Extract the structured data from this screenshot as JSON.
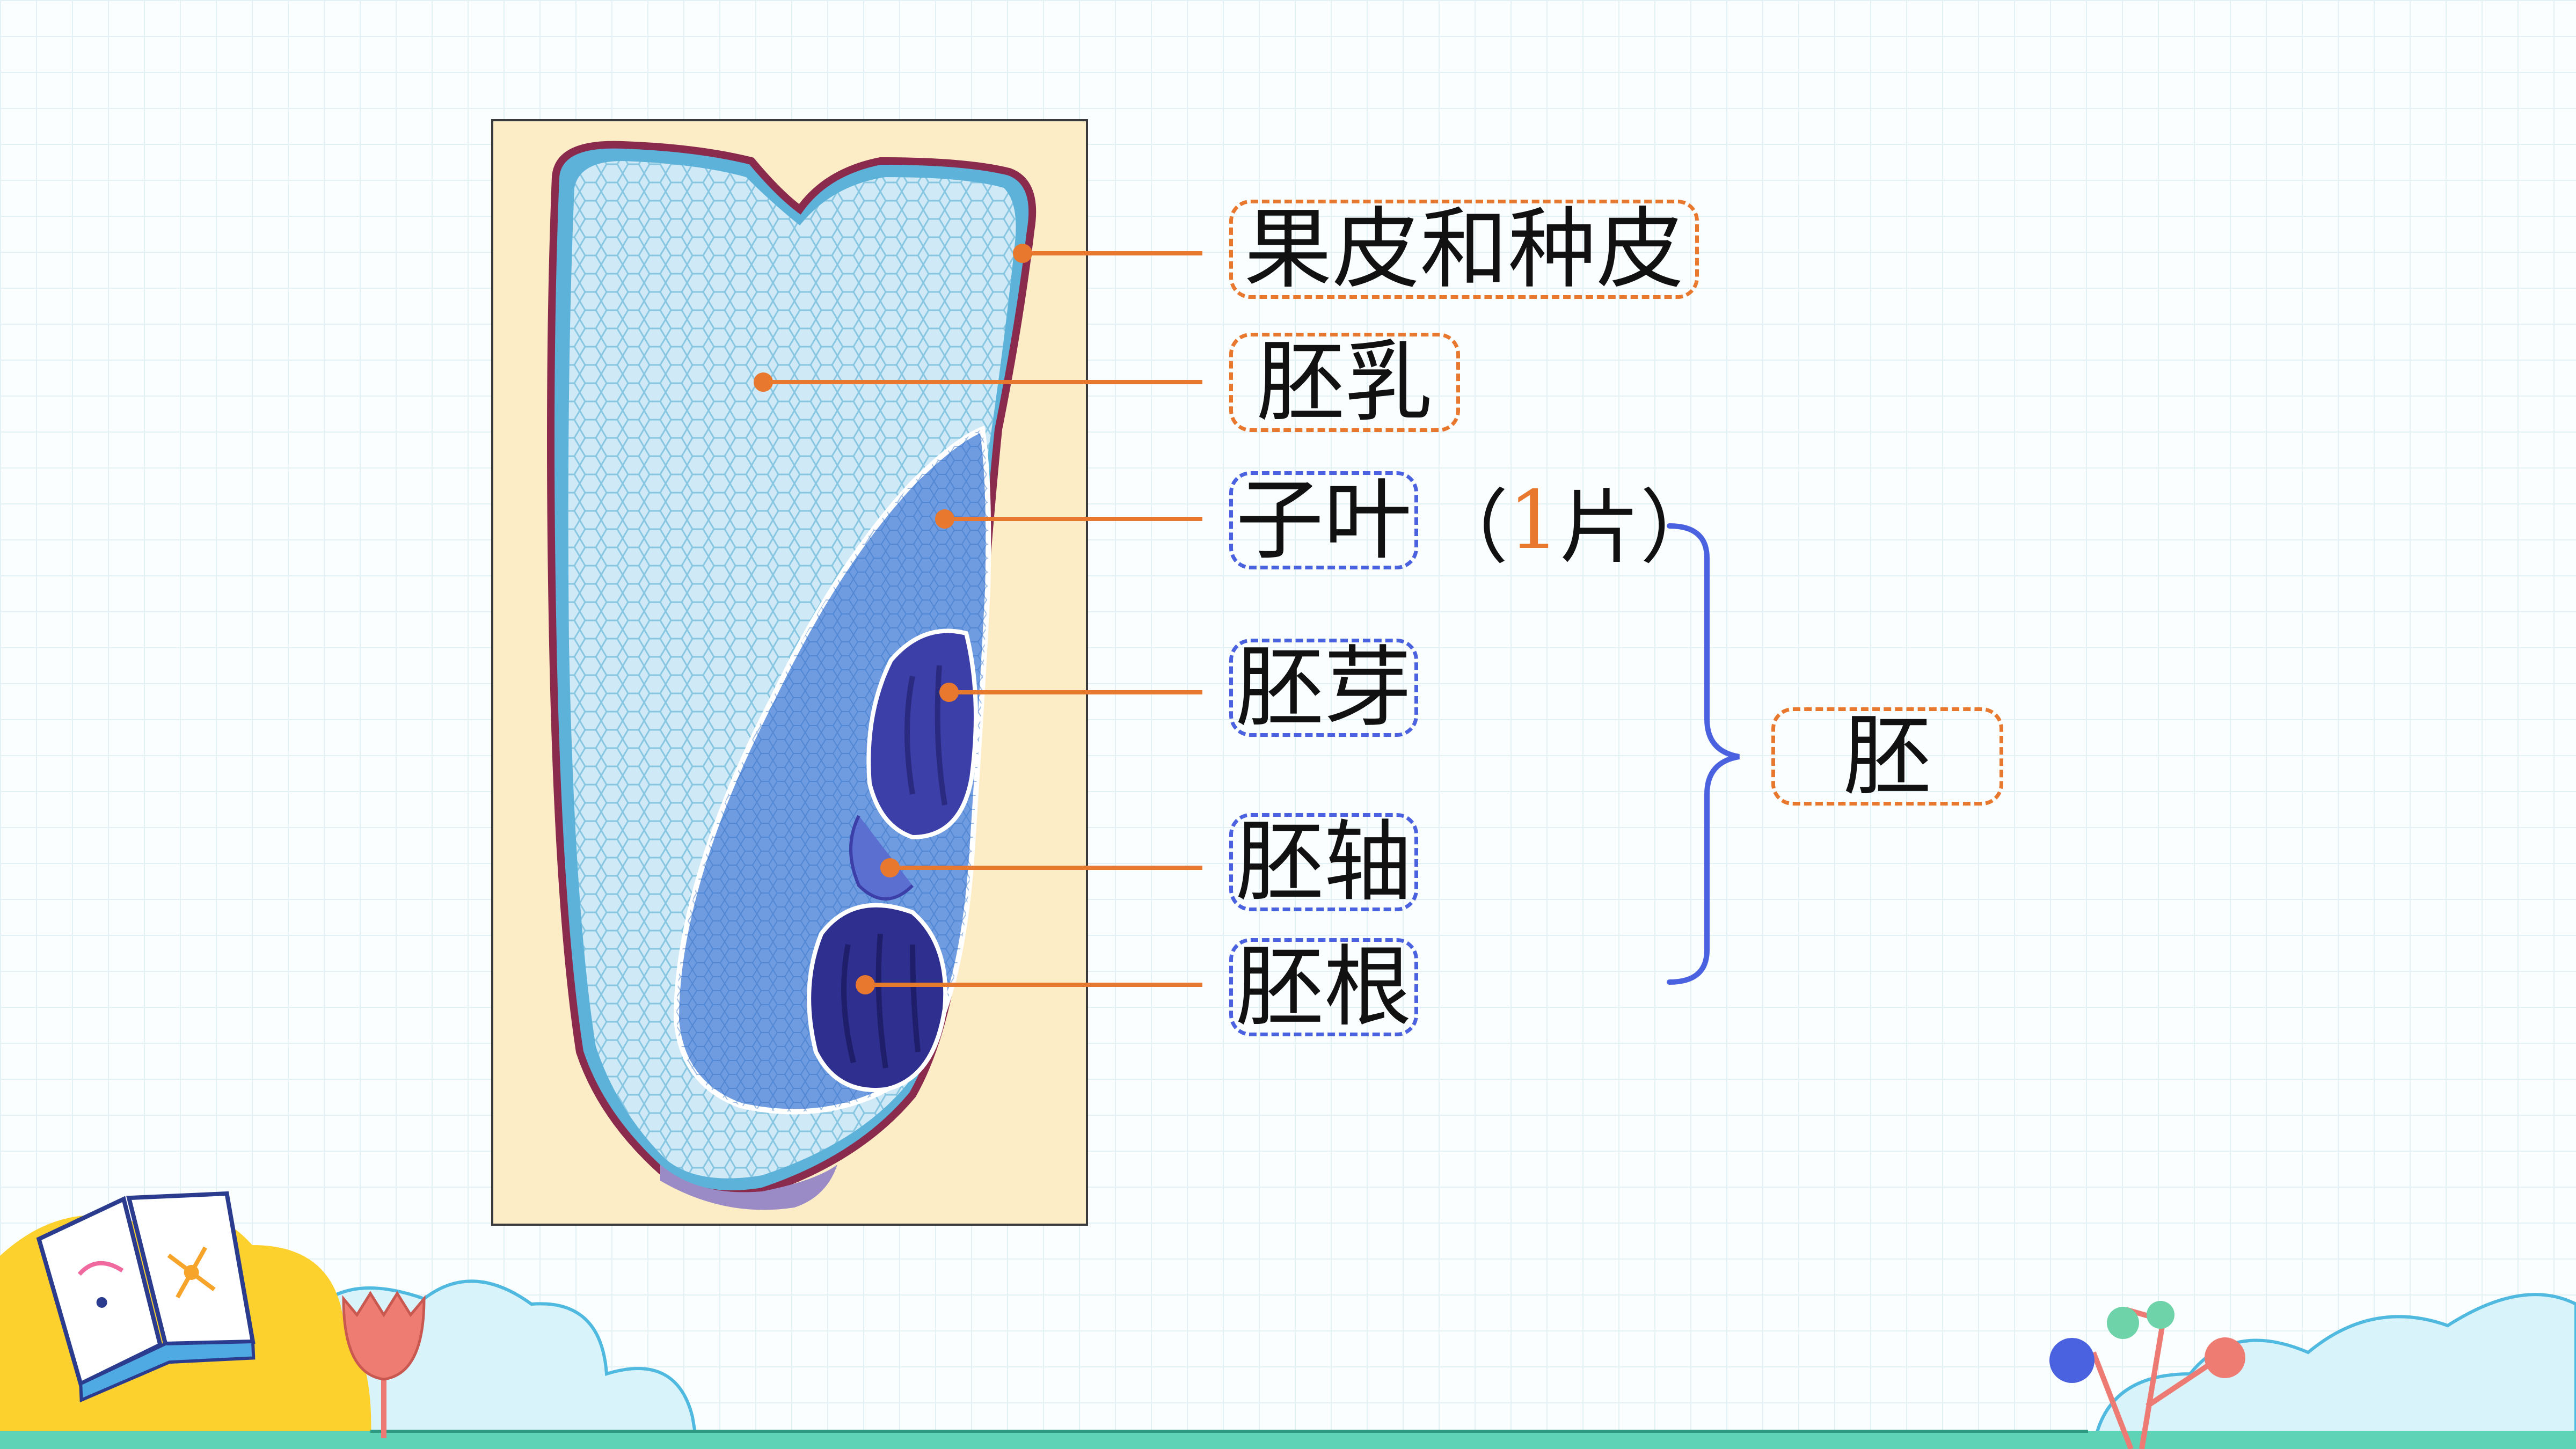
{
  "labels": {
    "pericarp": "果皮和种皮",
    "endosperm": "胚乳",
    "cotyledon": "子叶",
    "plumule": "胚芽",
    "hypocotyl": "胚轴",
    "radicle": "胚根",
    "embryo": "胚"
  },
  "cotyledon_note": {
    "open": "（",
    "count": "1",
    "unit": "片",
    "close": "）"
  },
  "colors": {
    "leader_line": "#e9782f",
    "orange_border": "#e9782f",
    "blue_border": "#4a62e0",
    "brace": "#4a62e0",
    "photo_background": "#fdedc6"
  }
}
